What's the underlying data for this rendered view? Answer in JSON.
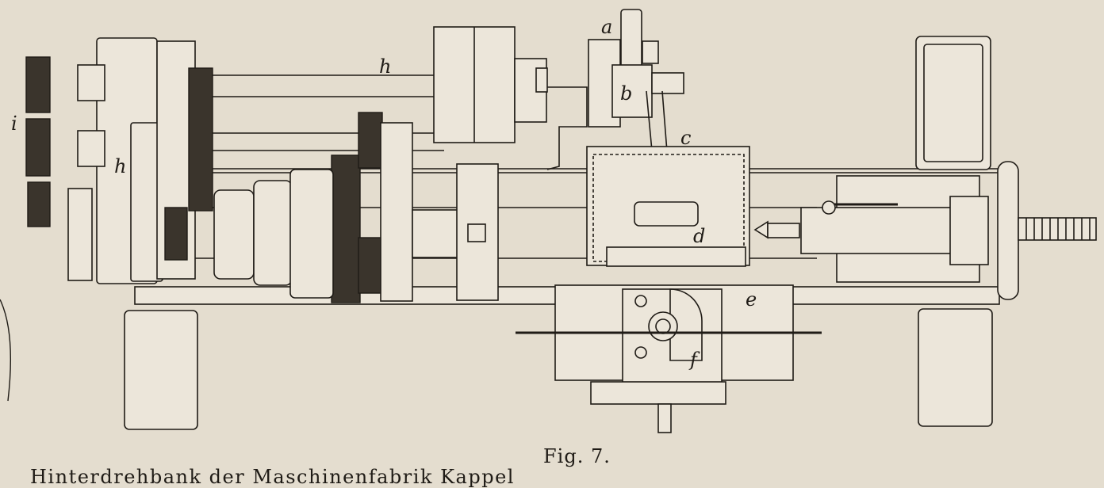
{
  "figure": {
    "caption": "Fig. 7.",
    "subcaption": "Hinterdrehbank der Maschinenfabrik Kappel",
    "part_labels": {
      "a": "a",
      "b": "b",
      "c": "c",
      "d": "d",
      "e": "e",
      "f": "f",
      "h_upper": "h",
      "h_lower": "h",
      "i": "i"
    }
  },
  "colors": {
    "paper": "#e4ddcf",
    "ink": "#1f1b16",
    "fill": "#ece6da"
  }
}
